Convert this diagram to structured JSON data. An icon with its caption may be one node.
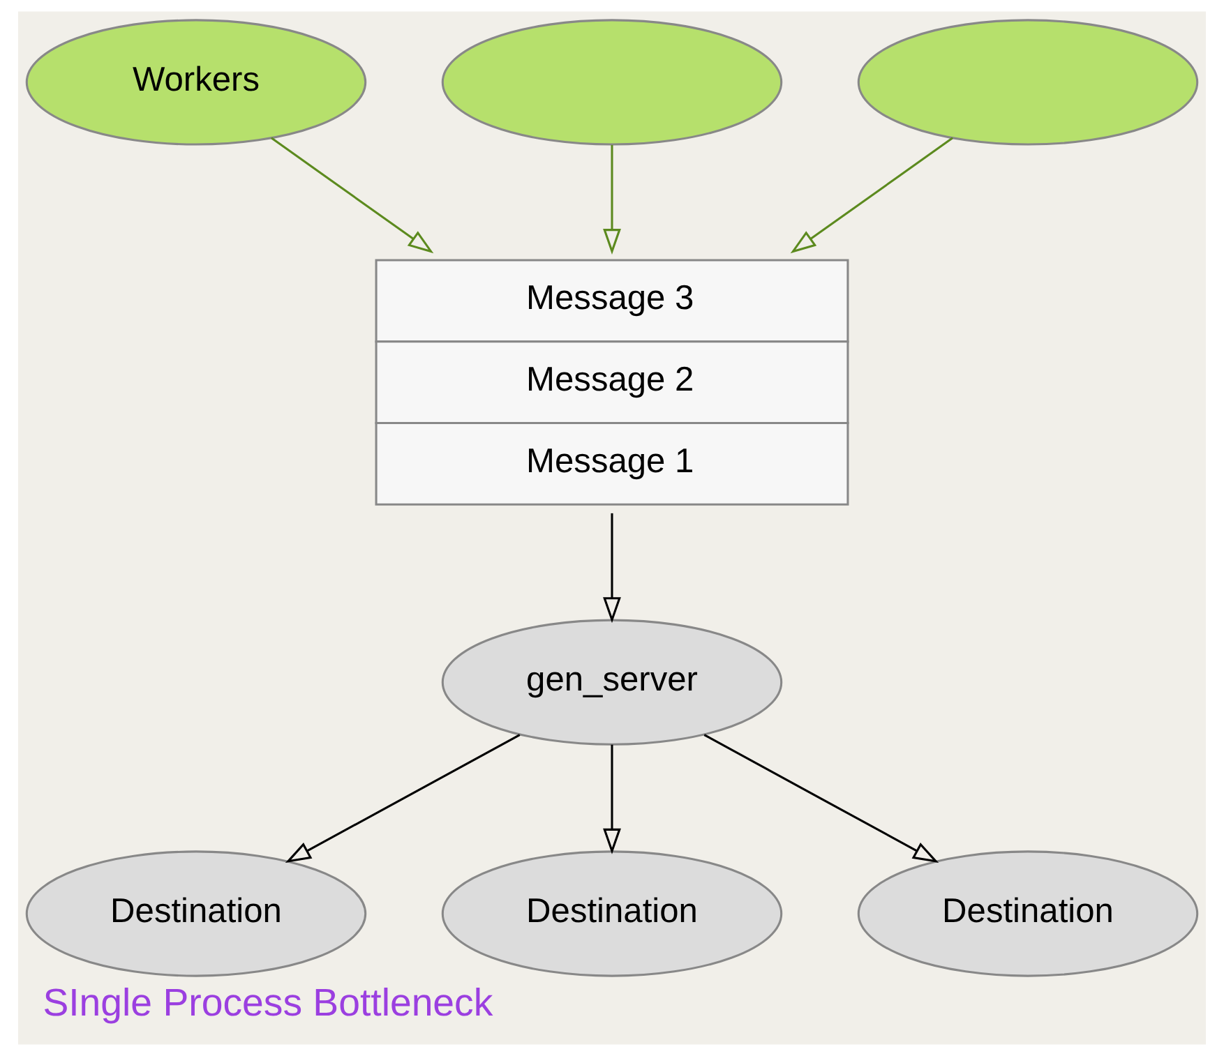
{
  "diagram": {
    "caption": "SIngle Process Bottleneck",
    "nodes": [
      {
        "text": [
          "Workers"
        ]
      },
      {
        "text": [],
        "shape": "ellipse"
      },
      {
        "text": [],
        "shape": "ellipse"
      },
      {
        "text": [
          "Message 3",
          "Message 2",
          "Message 1"
        ]
      },
      {
        "text": [
          "gen_server"
        ]
      },
      {
        "text": [
          "Destination"
        ]
      },
      {
        "text": [
          "Destination"
        ]
      },
      {
        "text": [
          "Destination"
        ]
      }
    ],
    "edges": [
      {
        "from": 0,
        "to": 3,
        "arrow": "to",
        "color": "#5c8a1e"
      },
      {
        "from": 1,
        "to": 3,
        "arrow": "to",
        "color": "#5c8a1e"
      },
      {
        "from": 2,
        "to": 3,
        "arrow": "to",
        "color": "#5c8a1e"
      },
      {
        "from": 3,
        "to": 4,
        "arrow": "to"
      },
      {
        "from": 4,
        "to": 5,
        "arrow": "to"
      },
      {
        "from": 4,
        "to": 6,
        "arrow": "to"
      },
      {
        "from": 4,
        "to": 7,
        "arrow": "to"
      }
    ]
  }
}
